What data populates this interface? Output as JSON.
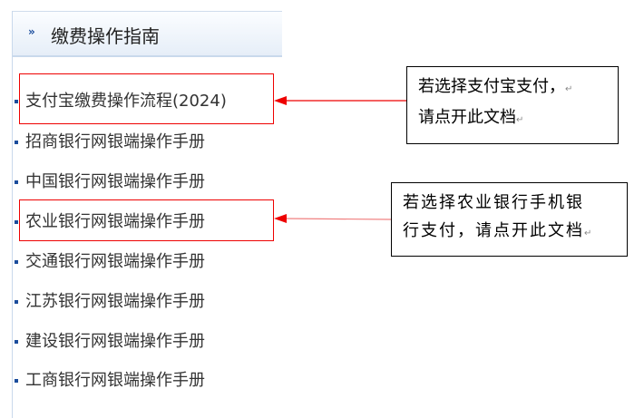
{
  "header": {
    "title": "缴费操作指南",
    "icon": "double-chevron-right-icon"
  },
  "items": [
    {
      "label": "支付宝缴费操作流程(2024)"
    },
    {
      "label": "招商银行网银端操作手册"
    },
    {
      "label": "中国银行网银端操作手册"
    },
    {
      "label": "农业银行网银端操作手册"
    },
    {
      "label": "交通银行网银端操作手册"
    },
    {
      "label": "江苏银行网银端操作手册"
    },
    {
      "label": "建设银行网银端操作手册"
    },
    {
      "label": "工商银行网银端操作手册"
    }
  ],
  "callouts": [
    {
      "line1": "若选择支付宝支付，",
      "line2": "请点开此文档"
    },
    {
      "line1": "若选择农业银行手机银",
      "line2": "行支付，请点开此文档"
    }
  ],
  "colors": {
    "highlight": "#ee0000",
    "accent": "#1a4c9c"
  }
}
